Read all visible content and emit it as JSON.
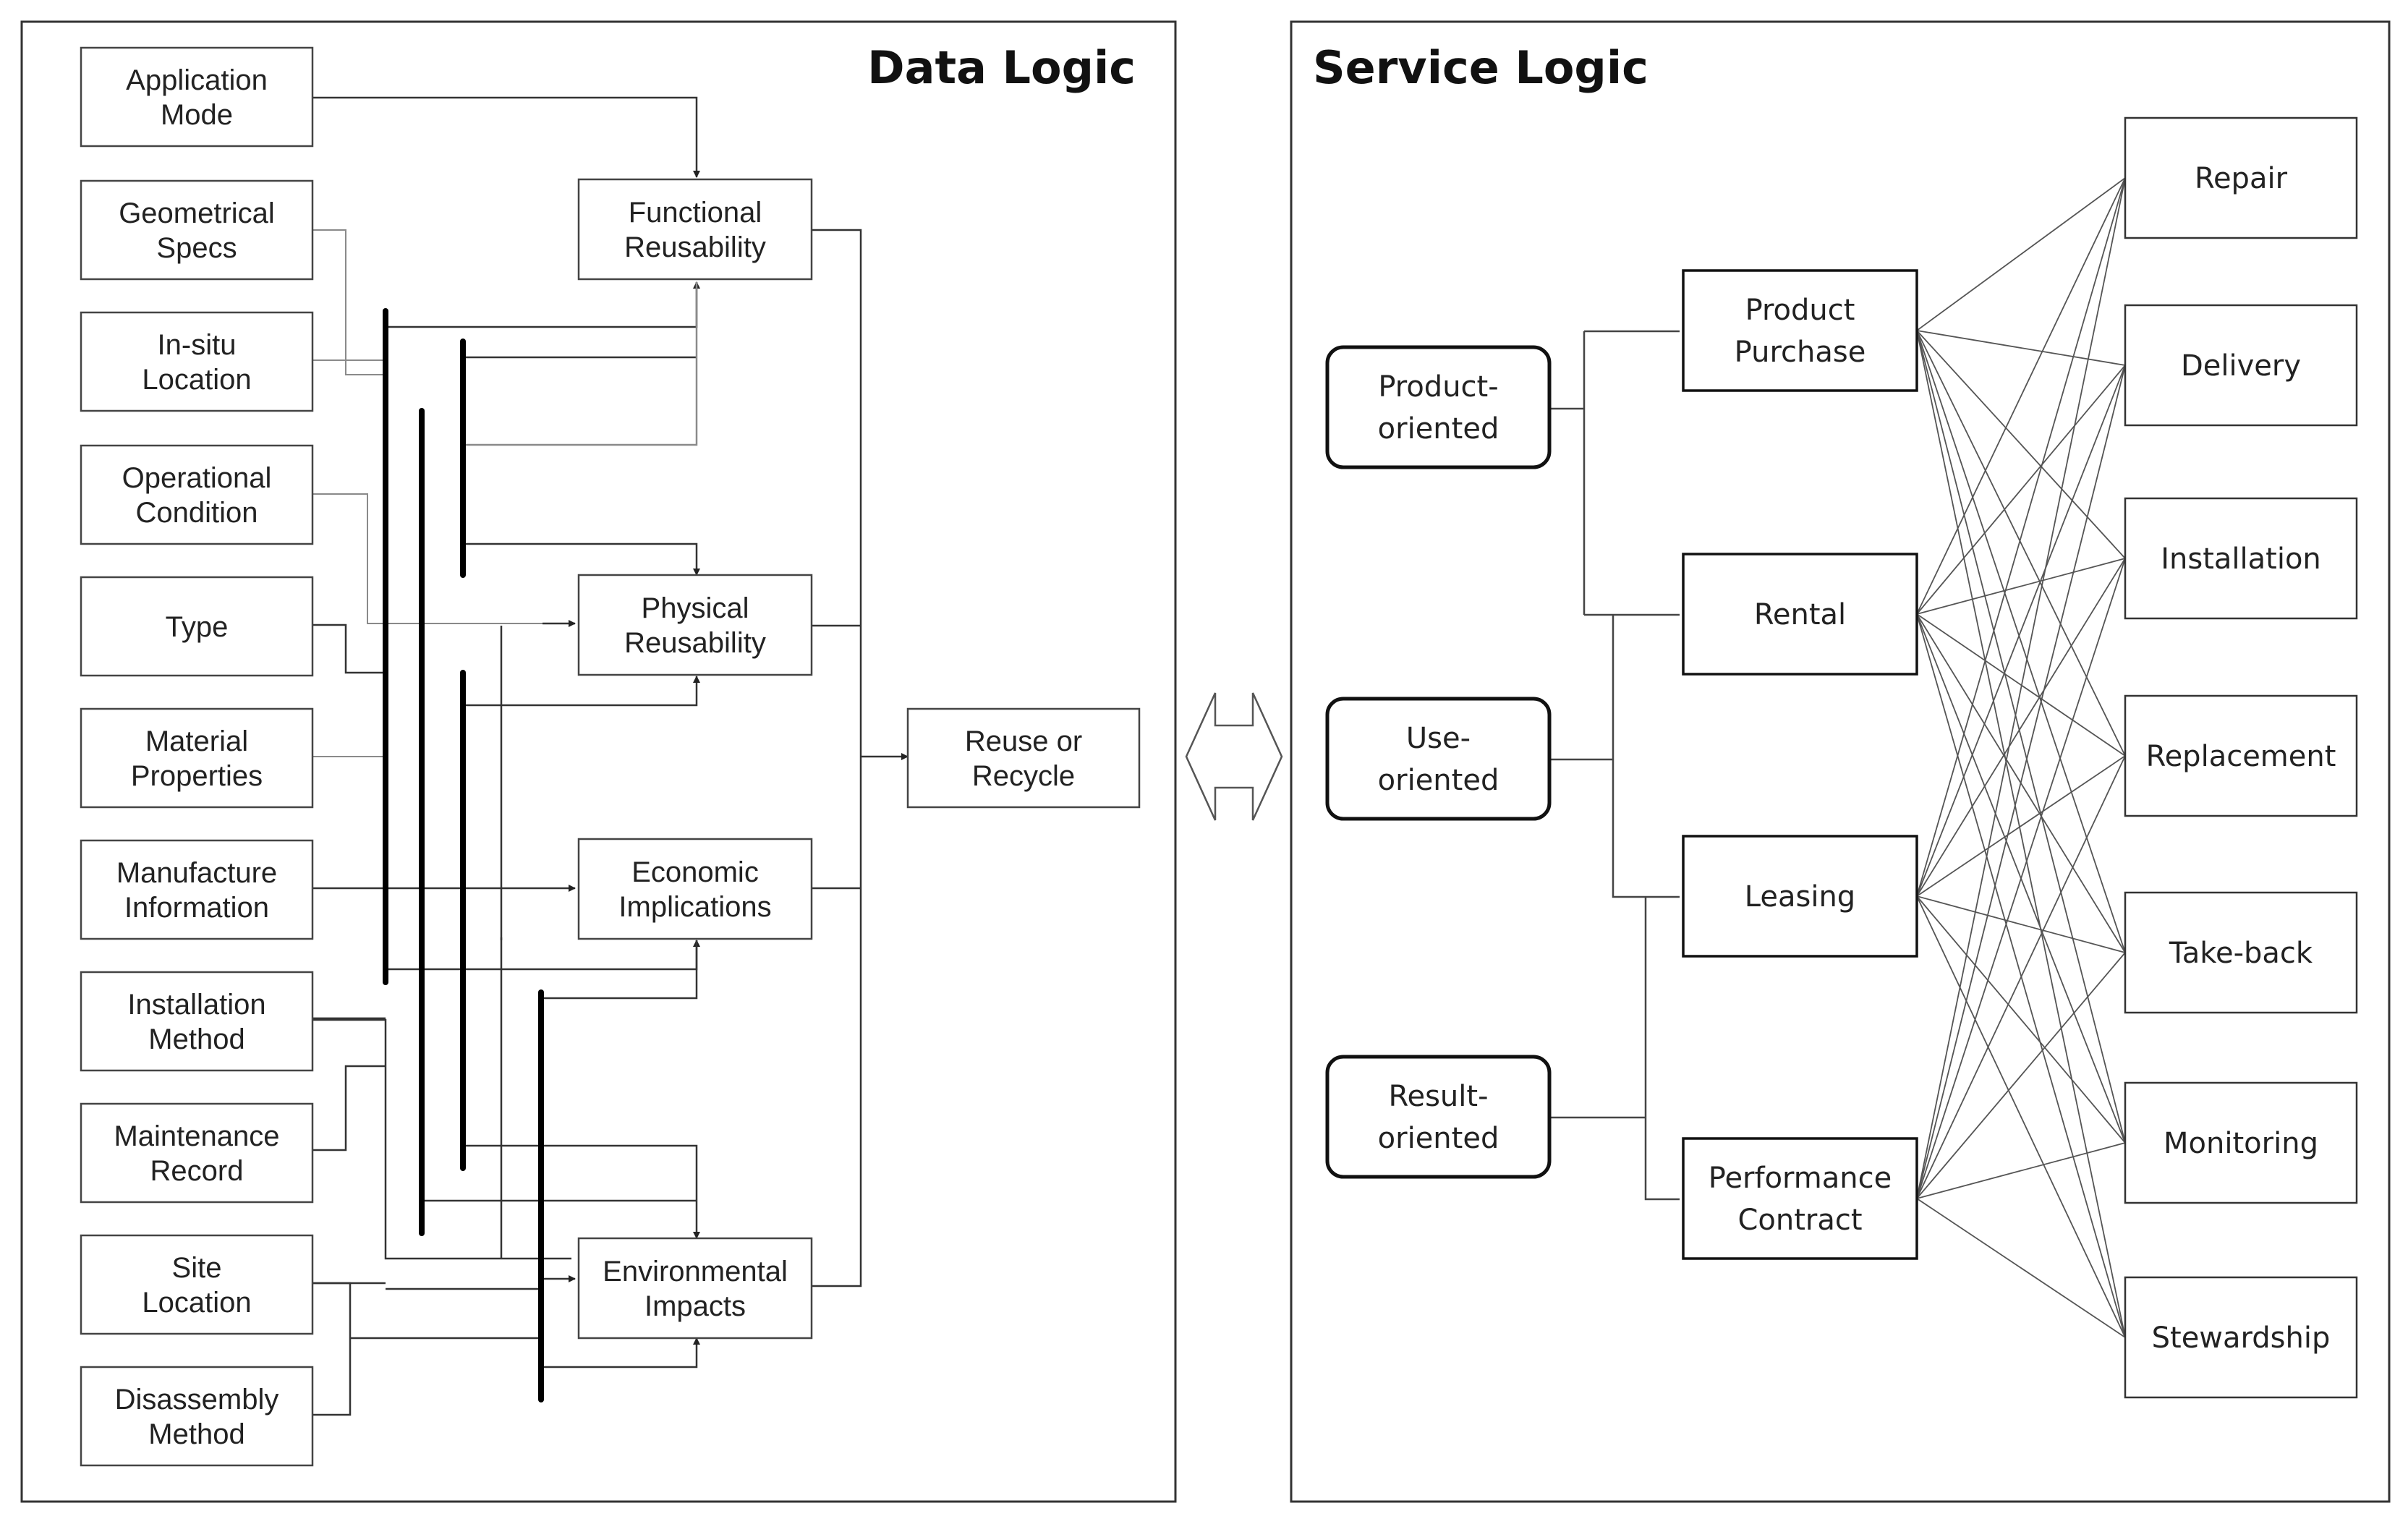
{
  "data_logic": {
    "title": "Data Logic",
    "inputs": [
      {
        "id": "app_mode",
        "lines": [
          "Application",
          "Mode"
        ]
      },
      {
        "id": "geo_specs",
        "lines": [
          "Geometrical",
          "Specs"
        ]
      },
      {
        "id": "in_situ",
        "lines": [
          "In-situ",
          "Location"
        ]
      },
      {
        "id": "op_cond",
        "lines": [
          "Operational",
          "Condition"
        ]
      },
      {
        "id": "type",
        "lines": [
          "Type"
        ]
      },
      {
        "id": "material",
        "lines": [
          "Material",
          "Properties"
        ]
      },
      {
        "id": "manufacture",
        "lines": [
          "Manufacture",
          "Information"
        ]
      },
      {
        "id": "install_method",
        "lines": [
          "Installation",
          "Method"
        ]
      },
      {
        "id": "maint_record",
        "lines": [
          "Maintenance",
          "Record"
        ]
      },
      {
        "id": "site_location",
        "lines": [
          "Site",
          "Location"
        ]
      },
      {
        "id": "disassembly",
        "lines": [
          "Disassembly",
          "Method"
        ]
      }
    ],
    "middle": [
      {
        "id": "functional",
        "lines": [
          "Functional",
          "Reusability"
        ]
      },
      {
        "id": "physical",
        "lines": [
          "Physical",
          "Reusability"
        ]
      },
      {
        "id": "economic",
        "lines": [
          "Economic",
          "Implications"
        ]
      },
      {
        "id": "environmental",
        "lines": [
          "Environmental",
          "Impacts"
        ]
      }
    ],
    "output": {
      "id": "reuse",
      "lines": [
        "Reuse or",
        "Recycle"
      ]
    }
  },
  "service_logic": {
    "title": "Service Logic",
    "orientations": [
      {
        "id": "product_oriented",
        "lines": [
          "Product-",
          "oriented"
        ]
      },
      {
        "id": "use_oriented",
        "lines": [
          "Use-",
          "oriented"
        ]
      },
      {
        "id": "result_oriented",
        "lines": [
          "Result-",
          "oriented"
        ]
      }
    ],
    "models": [
      {
        "id": "purchase",
        "lines": [
          "Product",
          "Purchase"
        ]
      },
      {
        "id": "rental",
        "lines": [
          "Rental"
        ]
      },
      {
        "id": "leasing",
        "lines": [
          "Leasing"
        ]
      },
      {
        "id": "performance",
        "lines": [
          "Performance",
          "Contract"
        ]
      }
    ],
    "services": [
      {
        "id": "repair",
        "lines": [
          "Repair"
        ]
      },
      {
        "id": "delivery",
        "lines": [
          "Delivery"
        ]
      },
      {
        "id": "installation",
        "lines": [
          "Installation"
        ]
      },
      {
        "id": "replacement",
        "lines": [
          "Replacement"
        ]
      },
      {
        "id": "takeback",
        "lines": [
          "Take-back"
        ]
      },
      {
        "id": "monitoring",
        "lines": [
          "Monitoring"
        ]
      },
      {
        "id": "stewardship",
        "lines": [
          "Stewardship"
        ]
      }
    ]
  },
  "colors": {
    "line": "#333333",
    "box_stroke": "#444444",
    "thin_line": "#8a8a8a"
  }
}
